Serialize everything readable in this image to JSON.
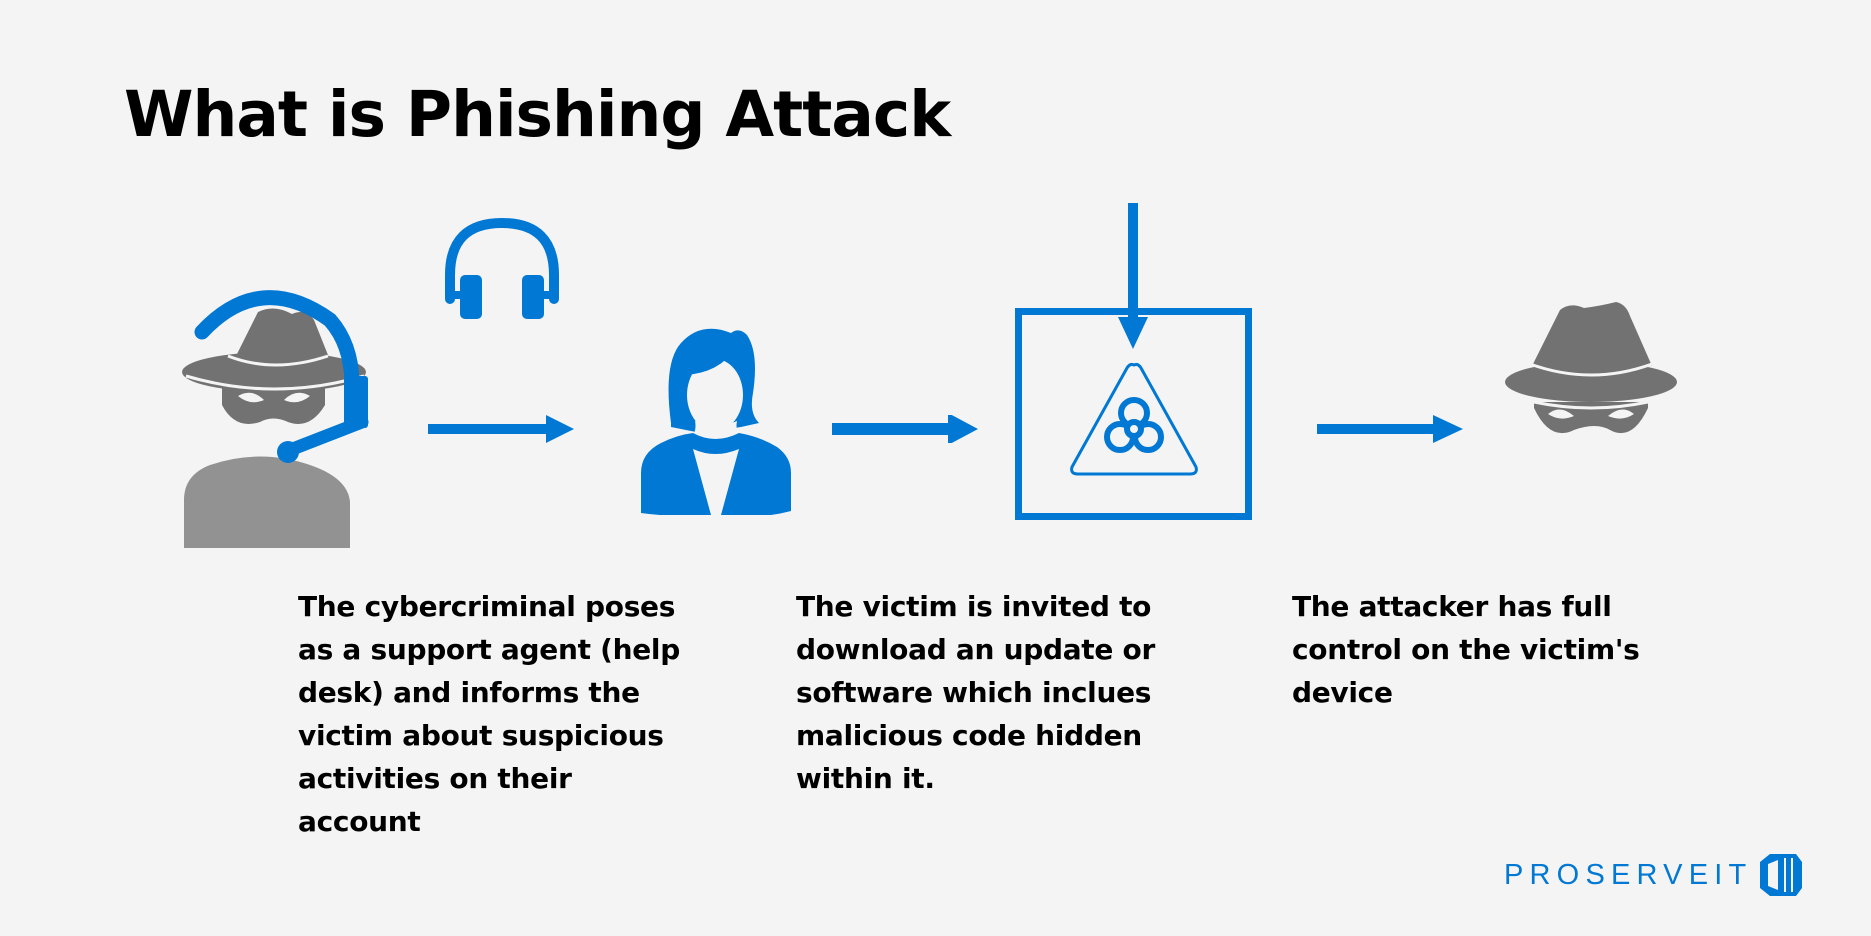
{
  "title": "What is Phishing Attack",
  "colors": {
    "background": "#f4f4f4",
    "accent": "#0078d4",
    "hacker_hat": "#727272",
    "hacker_body": "#929292"
  },
  "icons": {
    "attacker_with_headset": "hacker-headset-icon",
    "headphones": "headphones-icon",
    "victim": "woman-user-icon",
    "malware_box": "biohazard-box-icon",
    "attacker": "hacker-icon",
    "arrows": [
      "arrow-right-icon",
      "arrow-right-icon",
      "arrow-down-icon",
      "arrow-right-icon"
    ]
  },
  "steps": [
    {
      "caption": "The cybercriminal poses\nas a support agent  (help\ndesk) and informs the\nvictim about suspicious\nactivities on their\naccount"
    },
    {
      "caption": "The victim is invited to\ndownload an update or\nsoftware which inclues\nmalicious code hidden\nwithin it."
    },
    {
      "caption": "The attacker has full\ncontrol on the victim's\ndevice"
    }
  ],
  "brand": {
    "name": "PROSERVEIT"
  }
}
